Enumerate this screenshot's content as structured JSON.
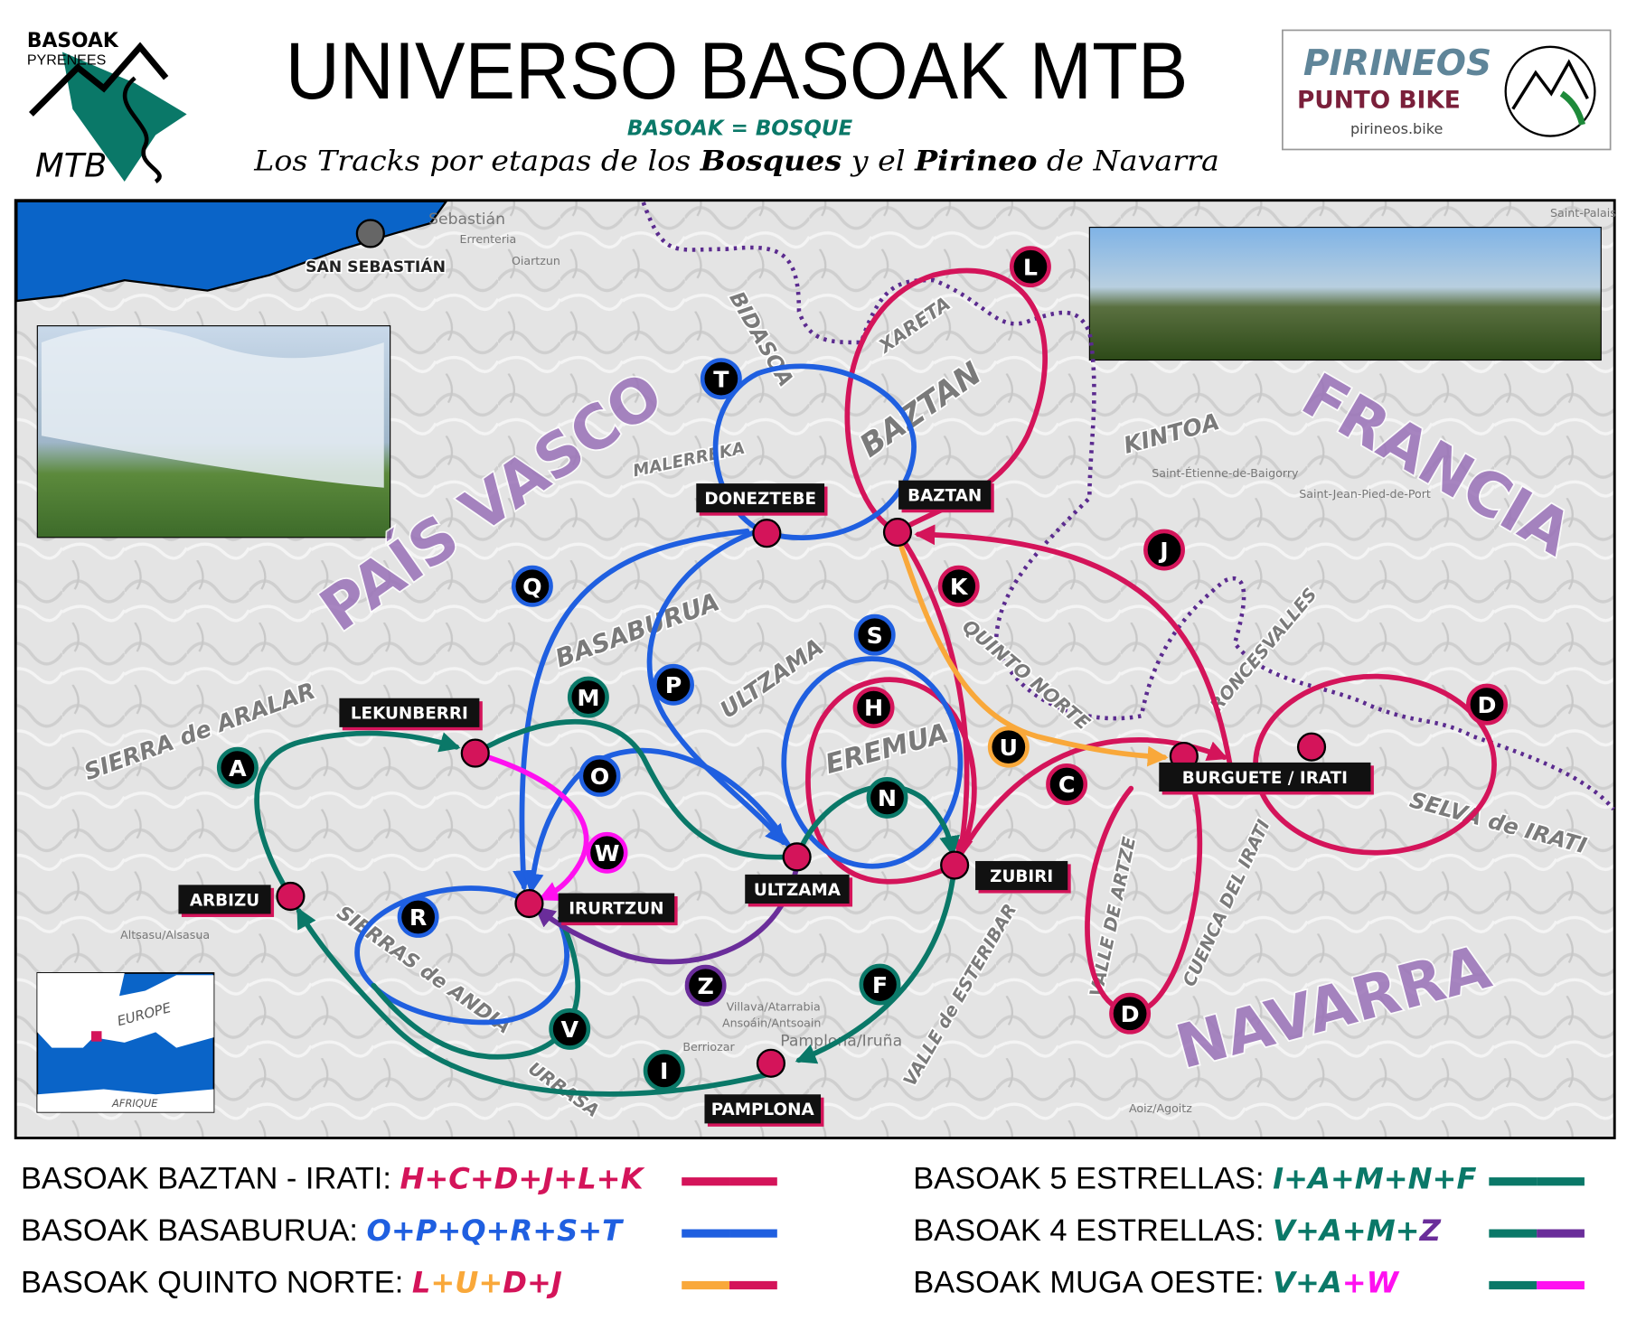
{
  "header": {
    "logo_left": {
      "line1": "BASOAK",
      "line2": "PYRENEES",
      "line3": "MTB"
    },
    "title": "UNIVERSO BASOAK MTB",
    "subtitle": "BASOAK = BOSQUE",
    "tagline_parts": [
      "Los Tracks por etapas de los ",
      "Bosques",
      " y el ",
      "Pirineo",
      " de Navarra"
    ],
    "logo_right": {
      "line1": "PIRINEOS",
      "line2": "PUNTO BIKE",
      "url": "pirineos.bike"
    }
  },
  "colors": {
    "crimson": "#d4145a",
    "blue": "#1f5fe0",
    "orange": "#f9a83a",
    "teal": "#0a7868",
    "purple": "#6a2d9a",
    "magenta": "#ff10f0",
    "border": "#5b2b8f",
    "sea": "#0a64c8"
  },
  "map": {
    "sea_city": "SAN SEBASTIÁN",
    "basemap_labels": [
      "Sebastián",
      "Errenteria",
      "Oiartzun",
      "Saint-Palais",
      "Saint-Étienne-de-Baigorry",
      "Saint-Jean-Pied-de-Port",
      "Pamplona/Iruña",
      "Altsasu/Alsasua",
      "Berriozar",
      "Ansoáin/Antsoain",
      "Villava/Atarrabia",
      "Aoiz/Agoitz"
    ],
    "big_labels": {
      "pais_vasco": "PAÍS VASCO",
      "francia": "FRANCIA",
      "navarra": "NAVARRA"
    },
    "regions": [
      "SIERRA de ARALAR",
      "BASABURUA",
      "ULTZAMA",
      "EREMUA",
      "BIDASOA",
      "XARETA",
      "BAZTAN",
      "MALERREKA",
      "KINTOA",
      "QUINTO NORTE",
      "RONCESVALLES",
      "SELVA de IRATI",
      "VALLE DE ARTZE",
      "CUENCA DEL IRATI",
      "VALLE de ESTERIBAR",
      "SIERRAS de ANDIA",
      "URBASA"
    ],
    "towns": [
      "DONEZTEBE",
      "BAZTAN",
      "LEKUNBERRI",
      "ULTZAMA",
      "ZUBIRI",
      "IRURTZUN",
      "ARBIZU",
      "BURGUETE / IRATI",
      "PAMPLONA"
    ],
    "stages": [
      {
        "letter": "L",
        "color": "crimson"
      },
      {
        "letter": "T",
        "color": "blue"
      },
      {
        "letter": "Q",
        "color": "blue"
      },
      {
        "letter": "J",
        "color": "crimson"
      },
      {
        "letter": "K",
        "color": "crimson"
      },
      {
        "letter": "S",
        "color": "blue"
      },
      {
        "letter": "P",
        "color": "blue"
      },
      {
        "letter": "M",
        "color": "teal"
      },
      {
        "letter": "H",
        "color": "crimson"
      },
      {
        "letter": "D",
        "color": "crimson"
      },
      {
        "letter": "A",
        "color": "teal"
      },
      {
        "letter": "O",
        "color": "blue"
      },
      {
        "letter": "U",
        "color": "orange"
      },
      {
        "letter": "C",
        "color": "crimson"
      },
      {
        "letter": "N",
        "color": "teal"
      },
      {
        "letter": "W",
        "color": "magenta"
      },
      {
        "letter": "R",
        "color": "blue"
      },
      {
        "letter": "Z",
        "color": "purple"
      },
      {
        "letter": "F",
        "color": "teal"
      },
      {
        "letter": "D",
        "color": "crimson"
      },
      {
        "letter": "V",
        "color": "teal"
      },
      {
        "letter": "I",
        "color": "teal"
      }
    ],
    "inset": {
      "europe": "EUROPE",
      "afrique": "AFRIQUE"
    }
  },
  "legend": [
    {
      "name": "BASOAK BAZTAN - IRATI:",
      "parts": [
        {
          "t": "H+C+D+J+L+K",
          "c": "crimson"
        }
      ],
      "swatch": [
        "crimson",
        "crimson"
      ]
    },
    {
      "name": "BASOAK BASABURUA:",
      "parts": [
        {
          "t": "O+P+Q+R+S+T",
          "c": "blue"
        }
      ],
      "swatch": [
        "blue",
        "blue"
      ]
    },
    {
      "name": "BASOAK QUINTO NORTE:",
      "parts": [
        {
          "t": "L",
          "c": "crimson"
        },
        {
          "t": "+U+",
          "c": "orange"
        },
        {
          "t": "D+J",
          "c": "crimson"
        }
      ],
      "swatch": [
        "orange",
        "crimson"
      ]
    },
    {
      "name": "BASOAK 5 ESTRELLAS:",
      "parts": [
        {
          "t": "I+A+M+N+F",
          "c": "teal"
        }
      ],
      "swatch": [
        "teal",
        "teal"
      ]
    },
    {
      "name": "BASOAK 4 ESTRELLAS:",
      "parts": [
        {
          "t": "V+A+M+",
          "c": "teal"
        },
        {
          "t": "Z",
          "c": "purple"
        }
      ],
      "swatch": [
        "teal",
        "purple"
      ]
    },
    {
      "name": "BASOAK MUGA OESTE:",
      "parts": [
        {
          "t": "V+A",
          "c": "teal"
        },
        {
          "t": "+W",
          "c": "magenta"
        }
      ],
      "swatch": [
        "teal",
        "magenta"
      ]
    }
  ]
}
